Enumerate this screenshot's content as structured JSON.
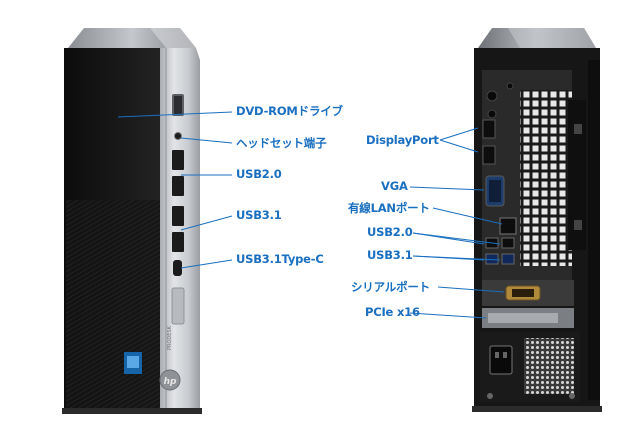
{
  "colors": {
    "callout": "#1a6fc0",
    "case_black": "#141414",
    "bezel_silver": "#cfd2d6",
    "background": "#ffffff"
  },
  "front_view": {
    "brand_vertical_text": "PRODESK",
    "callouts": [
      {
        "text": "DVD-ROMドライブ"
      },
      {
        "text": "ヘッドセット端子"
      },
      {
        "text": "USB2.0"
      },
      {
        "text": "USB3.1"
      },
      {
        "text": "USB3.1Type-C"
      }
    ]
  },
  "rear_view": {
    "callouts": [
      {
        "text": "DisplayPort"
      },
      {
        "text": "VGA"
      },
      {
        "text": "有線LANポート"
      },
      {
        "text": "USB2.0"
      },
      {
        "text": "USB3.1"
      },
      {
        "text": "シリアルポート"
      },
      {
        "text": "PCIe x16"
      }
    ]
  }
}
